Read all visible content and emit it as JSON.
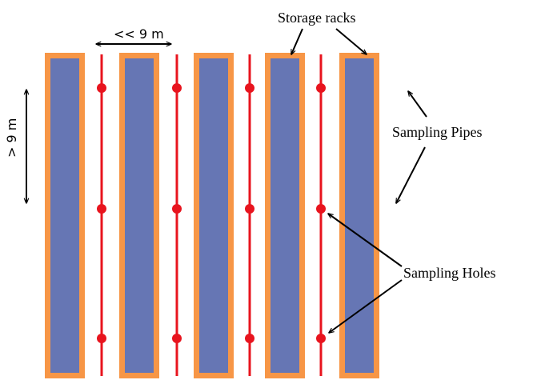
{
  "labels": {
    "storage_racks": "Storage racks",
    "sampling_pipes": "Sampling Pipes",
    "sampling_holes": "Sampling Holes",
    "rack_spacing": "<< 9 m",
    "rack_height": "> 9 m"
  },
  "colors": {
    "rack_frame": "#f79646",
    "rack_fill": "#6676b4",
    "pipe": "#e8141e",
    "hole": "#e8141e",
    "arrow": "#000000"
  }
}
